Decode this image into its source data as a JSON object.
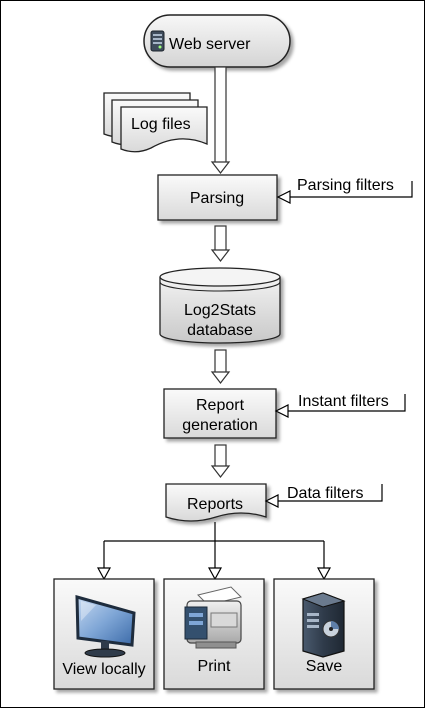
{
  "nodes": {
    "web_server": "Web server",
    "log_files": "Log files",
    "parsing": "Parsing",
    "database_line1": "Log2Stats",
    "database_line2": "database",
    "report_generation_line1": "Report",
    "report_generation_line2": "generation",
    "reports": "Reports"
  },
  "filters": {
    "parsing": "Parsing filters",
    "instant": "Instant filters",
    "data": "Data filters"
  },
  "outputs": [
    {
      "label": "View locally",
      "icon": "monitor-icon"
    },
    {
      "label": "Print",
      "icon": "printer-icon"
    },
    {
      "label": "Save",
      "icon": "server-icon"
    }
  ]
}
